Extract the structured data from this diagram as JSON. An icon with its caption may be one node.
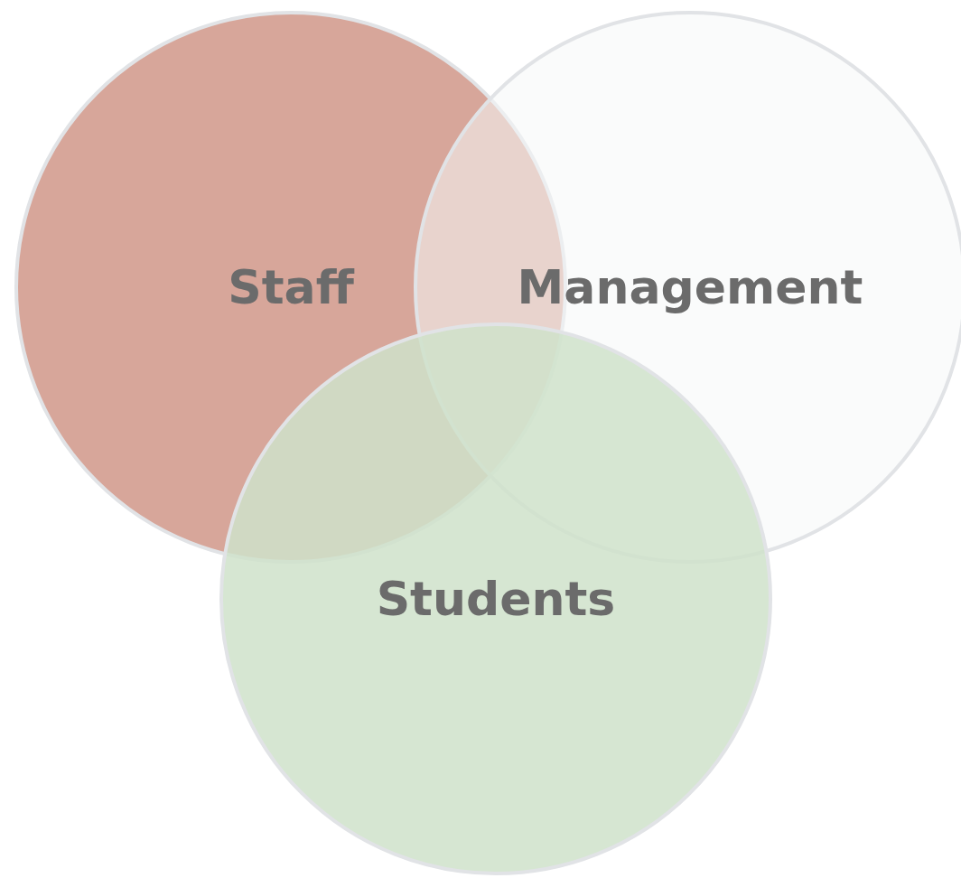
{
  "diagram": {
    "nodes": [
      {
        "text": [
          "Staff"
        ]
      },
      {
        "text": [
          "Management"
        ]
      },
      {
        "text": [
          "Students"
        ]
      }
    ]
  }
}
